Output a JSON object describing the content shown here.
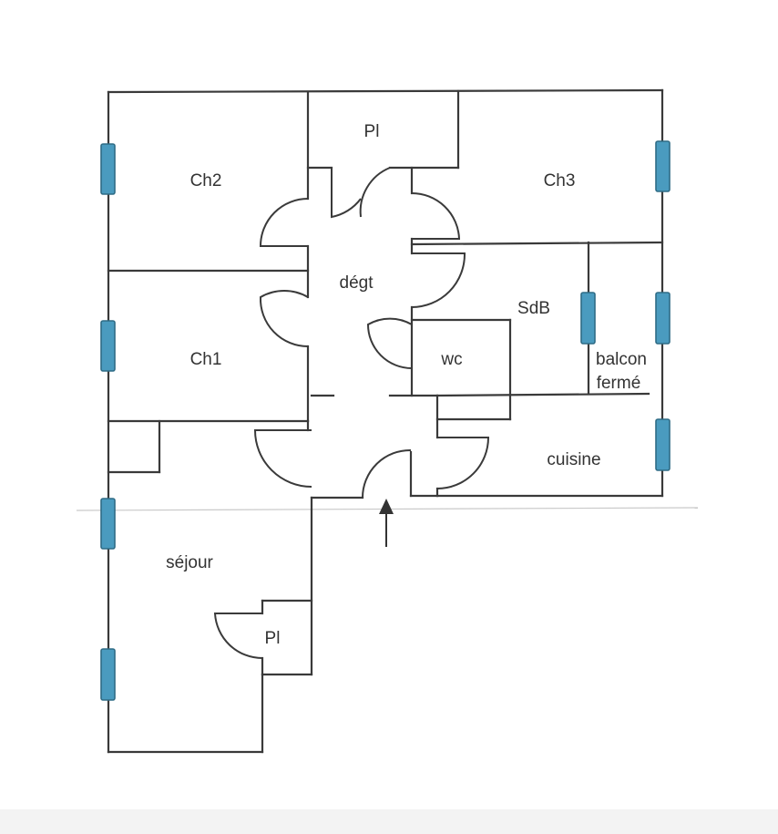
{
  "rooms": {
    "ch2": "Ch2",
    "pl_top": "Pl",
    "ch3": "Ch3",
    "degt": "dégt",
    "sdb": "SdB",
    "ch1": "Ch1",
    "wc": "wc",
    "balcon_line1": "balcon",
    "balcon_line2": "fermé",
    "cuisine": "cuisine",
    "sejour": "séjour",
    "pl_sejour": "Pl"
  },
  "colors": {
    "wall": "#3a3a3a",
    "window_fill": "#4a9bbf",
    "window_stroke": "#2f6c86",
    "background": "#ffffff"
  },
  "icons": {
    "entrance": "up-arrow-icon",
    "window": "window-icon"
  }
}
